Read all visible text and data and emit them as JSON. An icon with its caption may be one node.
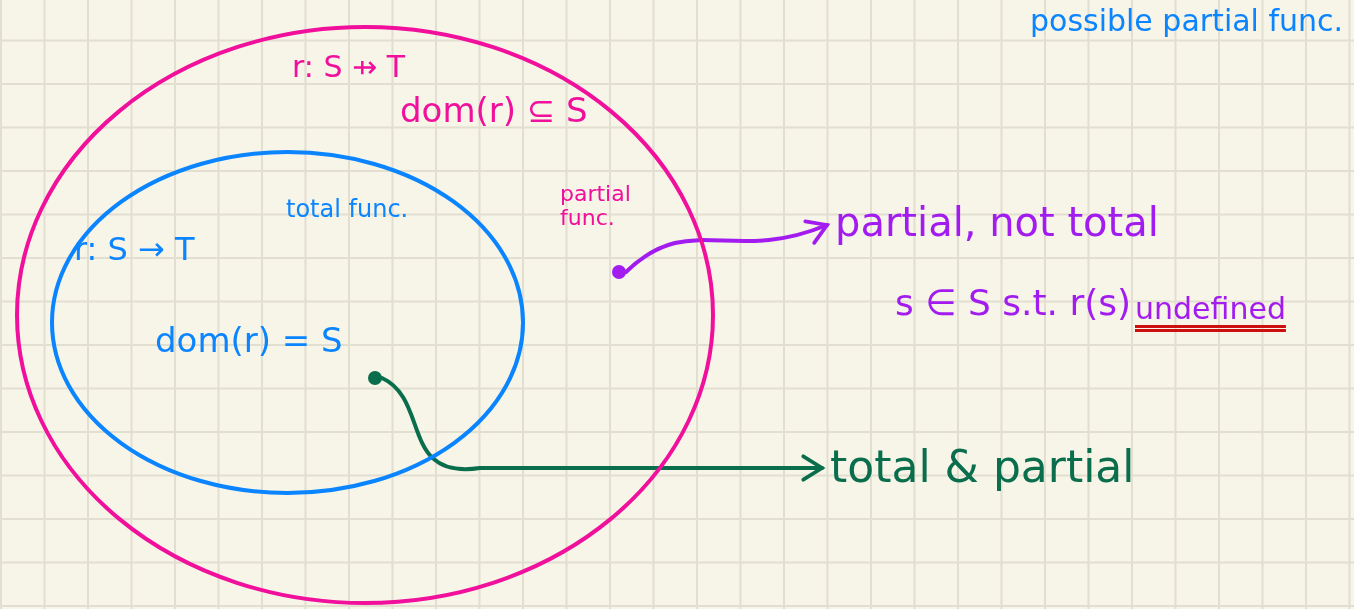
{
  "diagram": {
    "nodes": [
      {
        "text": [
          "r: S ⇸ T",
          "dom(r) ⊆ S",
          "partial func."
        ]
      },
      {
        "text": [
          "r: S → T",
          "total func.",
          "dom(r) = S"
        ],
        "in": 0
      },
      {
        "text": [],
        "shape": "circle",
        "in": 0
      },
      {
        "text": [],
        "shape": "circle",
        "in": 1
      },
      {
        "text": [
          "partial, not total",
          "s ∈ S s.t. r(s)",
          "undefined"
        ]
      },
      {
        "text": [
          "total & partial"
        ]
      }
    ],
    "edges": [
      {
        "from": 2,
        "to": 4,
        "arrow": "to",
        "color": "#a21cf0"
      },
      {
        "from": 3,
        "to": 5,
        "arrow": "to",
        "color": "#0a6e4c"
      }
    ],
    "labels": [
      "possible partial func."
    ]
  }
}
